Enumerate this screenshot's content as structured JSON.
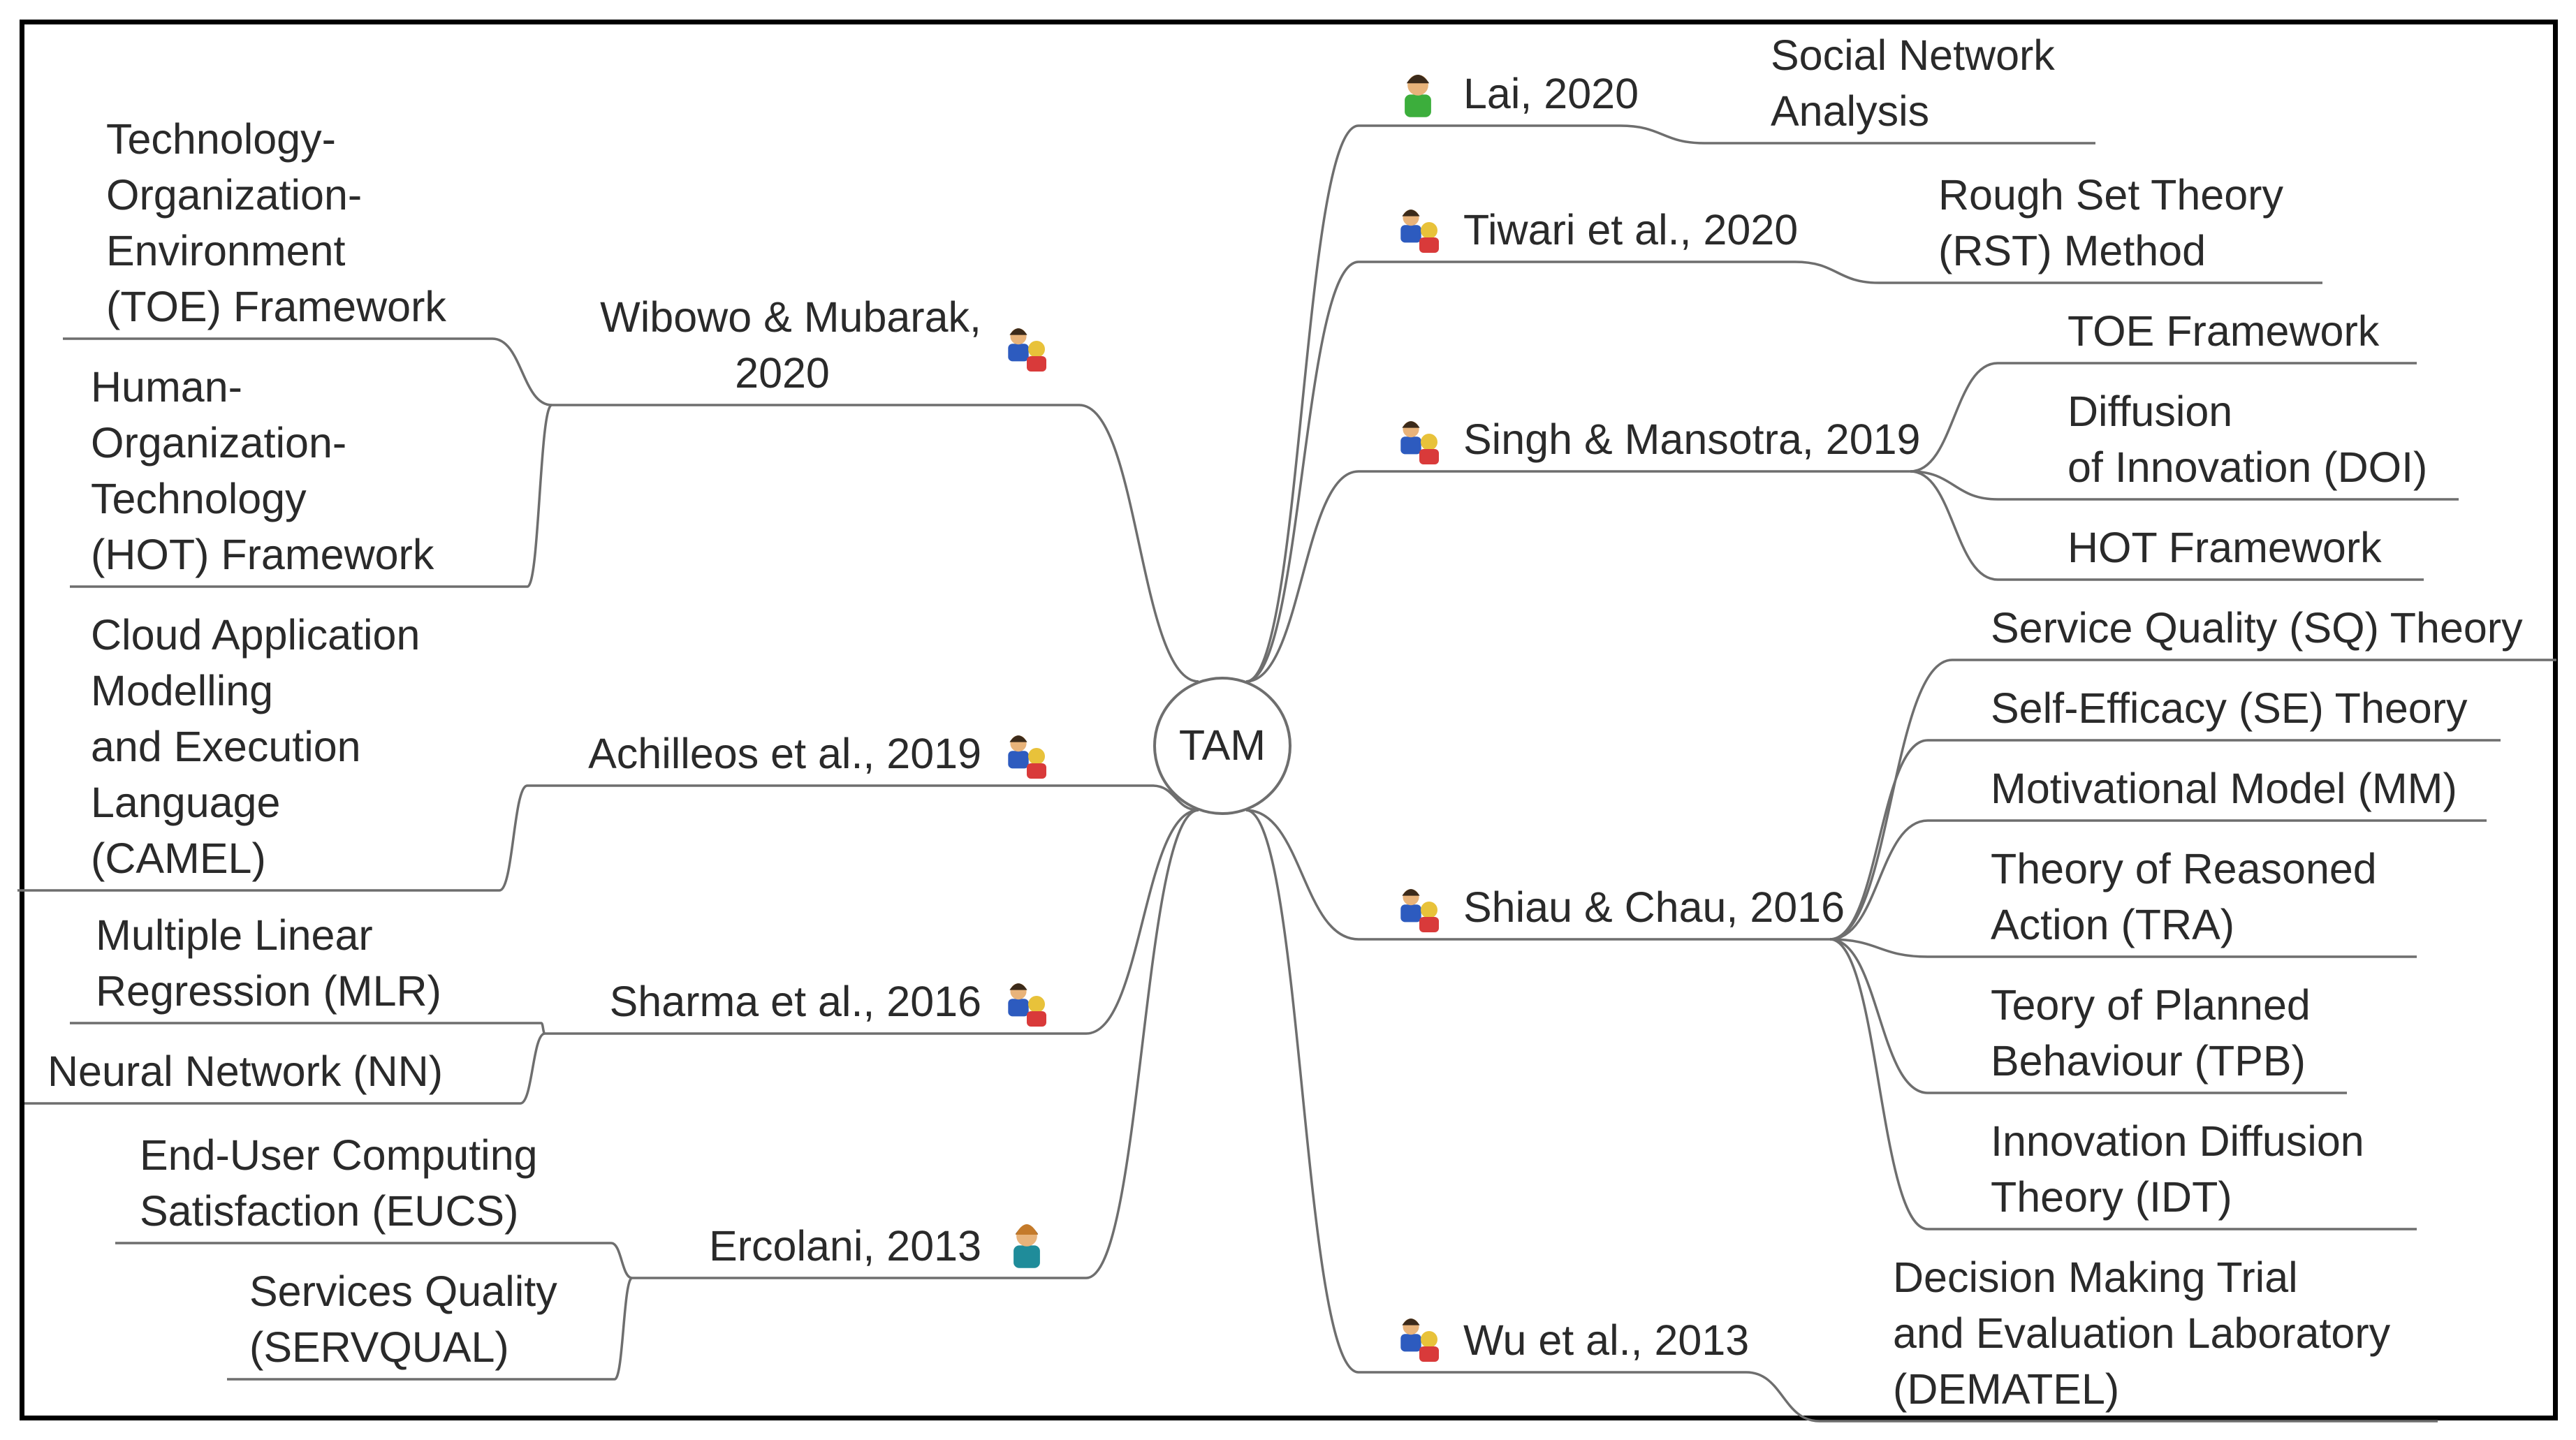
{
  "center": {
    "label": "TAM"
  },
  "icon_colors": {
    "blue": "#2d5bbf",
    "red": "#d93a3a",
    "yellow": "#e8c23a",
    "green": "#3cae3c",
    "teal": "#1f8c9a",
    "skin": "#e8b37a",
    "dark_hair": "#3b2a1a"
  },
  "left": [
    {
      "author_lines": [
        "Wibowo & Mubarak,",
        "2020"
      ],
      "icon": "group-icon",
      "theories": [
        {
          "lines": [
            "Technology-",
            "Organization-",
            "Environment",
            "(TOE) Framework"
          ]
        },
        {
          "lines": [
            "Human-",
            "Organization-",
            "Technology",
            "(HOT) Framework"
          ]
        }
      ]
    },
    {
      "author_lines": [
        "Achilleos et al., 2019"
      ],
      "icon": "group-icon",
      "theories": [
        {
          "lines": [
            "Cloud Application",
            " Modelling",
            "and Execution",
            "Language",
            "(CAMEL)"
          ]
        }
      ]
    },
    {
      "author_lines": [
        "Sharma et al., 2016"
      ],
      "icon": "group-icon",
      "theories": [
        {
          "lines": [
            "Multiple Linear",
            "Regression (MLR)"
          ]
        },
        {
          "lines": [
            "Neural Network (NN)"
          ]
        }
      ]
    },
    {
      "author_lines": [
        "Ercolani, 2013"
      ],
      "icon": "person-icon",
      "theories": [
        {
          "lines": [
            "End-User Computing",
            "Satisfaction (EUCS)"
          ]
        },
        {
          "lines": [
            "Services Quality",
            " (SERVQUAL)"
          ]
        }
      ]
    }
  ],
  "right": [
    {
      "author_lines": [
        "Lai, 2020"
      ],
      "icon": "person-green-icon",
      "theories": [
        {
          "lines": [
            "Social Network",
            "Analysis"
          ]
        }
      ]
    },
    {
      "author_lines": [
        "Tiwari et al., 2020"
      ],
      "icon": "group-icon",
      "theories": [
        {
          "lines": [
            "Rough Set Theory",
            "(RST) Method"
          ]
        }
      ]
    },
    {
      "author_lines": [
        "Singh & Mansotra, 2019"
      ],
      "icon": "group-icon",
      "theories": [
        {
          "lines": [
            "TOE Framework"
          ]
        },
        {
          "lines": [
            "Diffusion",
            "of Innovation (DOI)"
          ]
        },
        {
          "lines": [
            "HOT Framework"
          ]
        }
      ]
    },
    {
      "author_lines": [
        "Shiau & Chau, 2016"
      ],
      "icon": "group-icon",
      "theories": [
        {
          "lines": [
            "Service Quality (SQ) Theory"
          ]
        },
        {
          "lines": [
            "Self-Efficacy (SE) Theory"
          ]
        },
        {
          "lines": [
            "Motivational Model (MM)"
          ]
        },
        {
          "lines": [
            "Theory of Reasoned",
            "Action (TRA)"
          ]
        },
        {
          "lines": [
            "Teory of Planned",
            "Behaviour (TPB)"
          ]
        },
        {
          "lines": [
            "Innovation Diffusion",
            "Theory (IDT)"
          ]
        }
      ]
    },
    {
      "author_lines": [
        "Wu et al., 2013"
      ],
      "icon": "group-icon",
      "theories": [
        {
          "lines": [
            "Decision Making Trial",
            "and Evaluation Laboratory",
            "(DEMATEL)"
          ]
        }
      ]
    }
  ]
}
